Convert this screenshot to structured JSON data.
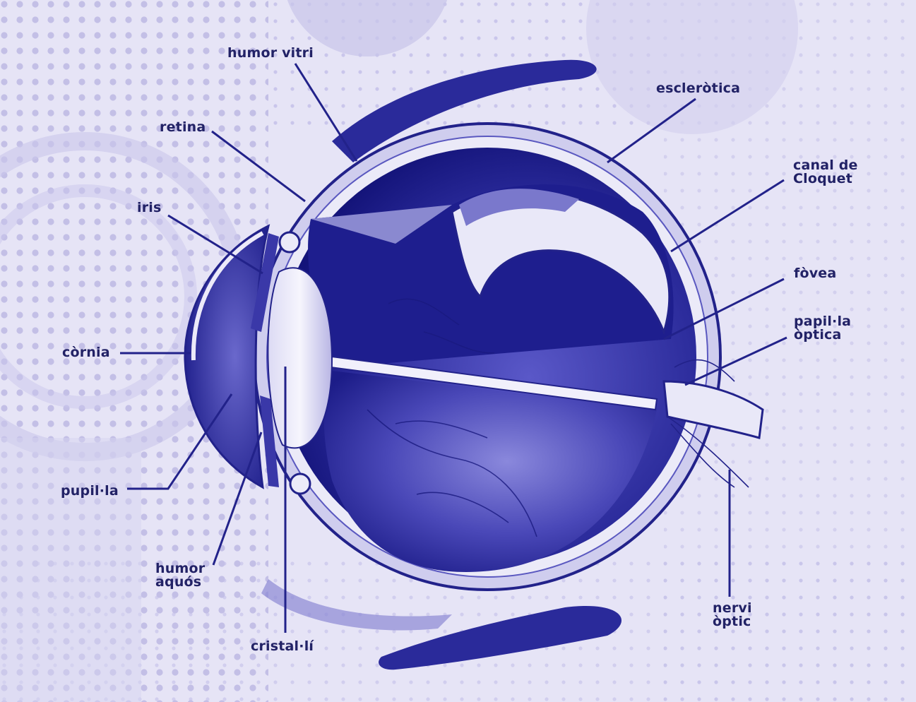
{
  "labels": {
    "humor_vitri": "humor vitri",
    "escler": "escleròtica",
    "retina": "retina",
    "canal": "canal de\nCloquet",
    "iris": "iris",
    "fovea": "fòvea",
    "papil": "papil·la\nòptica",
    "cornia": "còrnia",
    "pupil": "pupil·la",
    "aquos": "humor\naquós",
    "nervi": "nervi\nòptic",
    "cristal": "cristal·lí"
  },
  "colors": {
    "background": "#e6e4f6",
    "ink": "#22228a",
    "label": "#222266",
    "halftone": "#b7b3e0",
    "highlight": "#f4f3fd"
  }
}
